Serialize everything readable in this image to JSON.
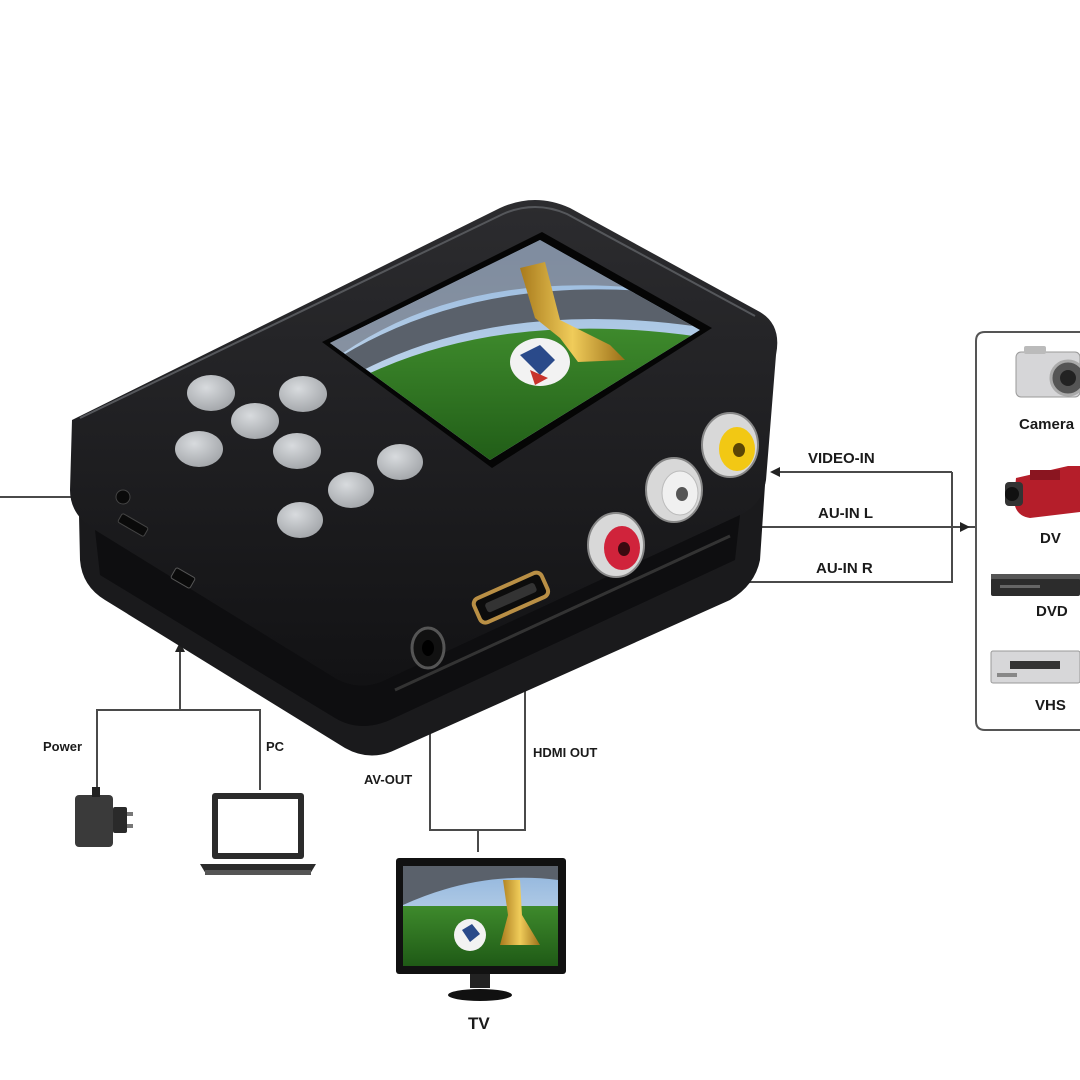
{
  "connections": {
    "video_in": "VIDEO-IN",
    "audio_in_left": "AU-IN L",
    "audio_in_right": "AU-IN R",
    "hdmi_out": "HDMI OUT",
    "av_out": "AV-OUT",
    "power": "Power",
    "pc": "PC"
  },
  "sources": [
    {
      "label": "Camera",
      "icon": "camera-icon"
    },
    {
      "label": "DV",
      "icon": "camcorder-icon"
    },
    {
      "label": "DVD",
      "icon": "dvd-player-icon"
    },
    {
      "label": "VHS",
      "icon": "vhs-player-icon"
    }
  ],
  "output_device": {
    "label": "TV",
    "icon": "tv-icon"
  },
  "colors": {
    "device_body": "#1c1c1e",
    "button": "#b9bcc0",
    "line": "#4a4a4a",
    "rca_red": "#d0233b",
    "rca_white": "#eeeeee",
    "rca_yellow": "#f2c814"
  }
}
